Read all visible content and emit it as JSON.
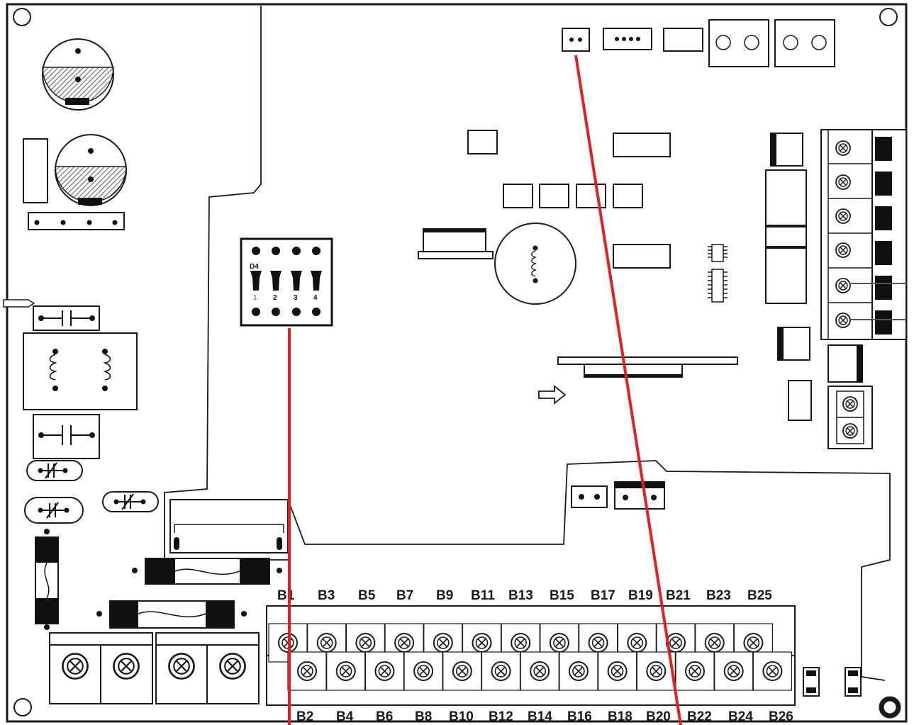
{
  "diagram": {
    "dip_switch": {
      "designator": "D4",
      "switch_numbers": [
        "1",
        "2",
        "3",
        "4"
      ]
    },
    "terminal_labels": {
      "top_row": [
        "B1",
        "B3",
        "B5",
        "B7",
        "B9",
        "B11",
        "B13",
        "B15",
        "B17",
        "B19",
        "B21",
        "B23",
        "B25"
      ],
      "bottom_row": [
        "B2",
        "B4",
        "B6",
        "B8",
        "B10",
        "B12",
        "B14",
        "B16",
        "B18",
        "B20",
        "B22",
        "B24",
        "B26"
      ]
    },
    "colors": {
      "pointer_line": "#e31e24",
      "outline": "#1a1a1a",
      "hatch": "#777777",
      "background": "#ffffff"
    }
  }
}
